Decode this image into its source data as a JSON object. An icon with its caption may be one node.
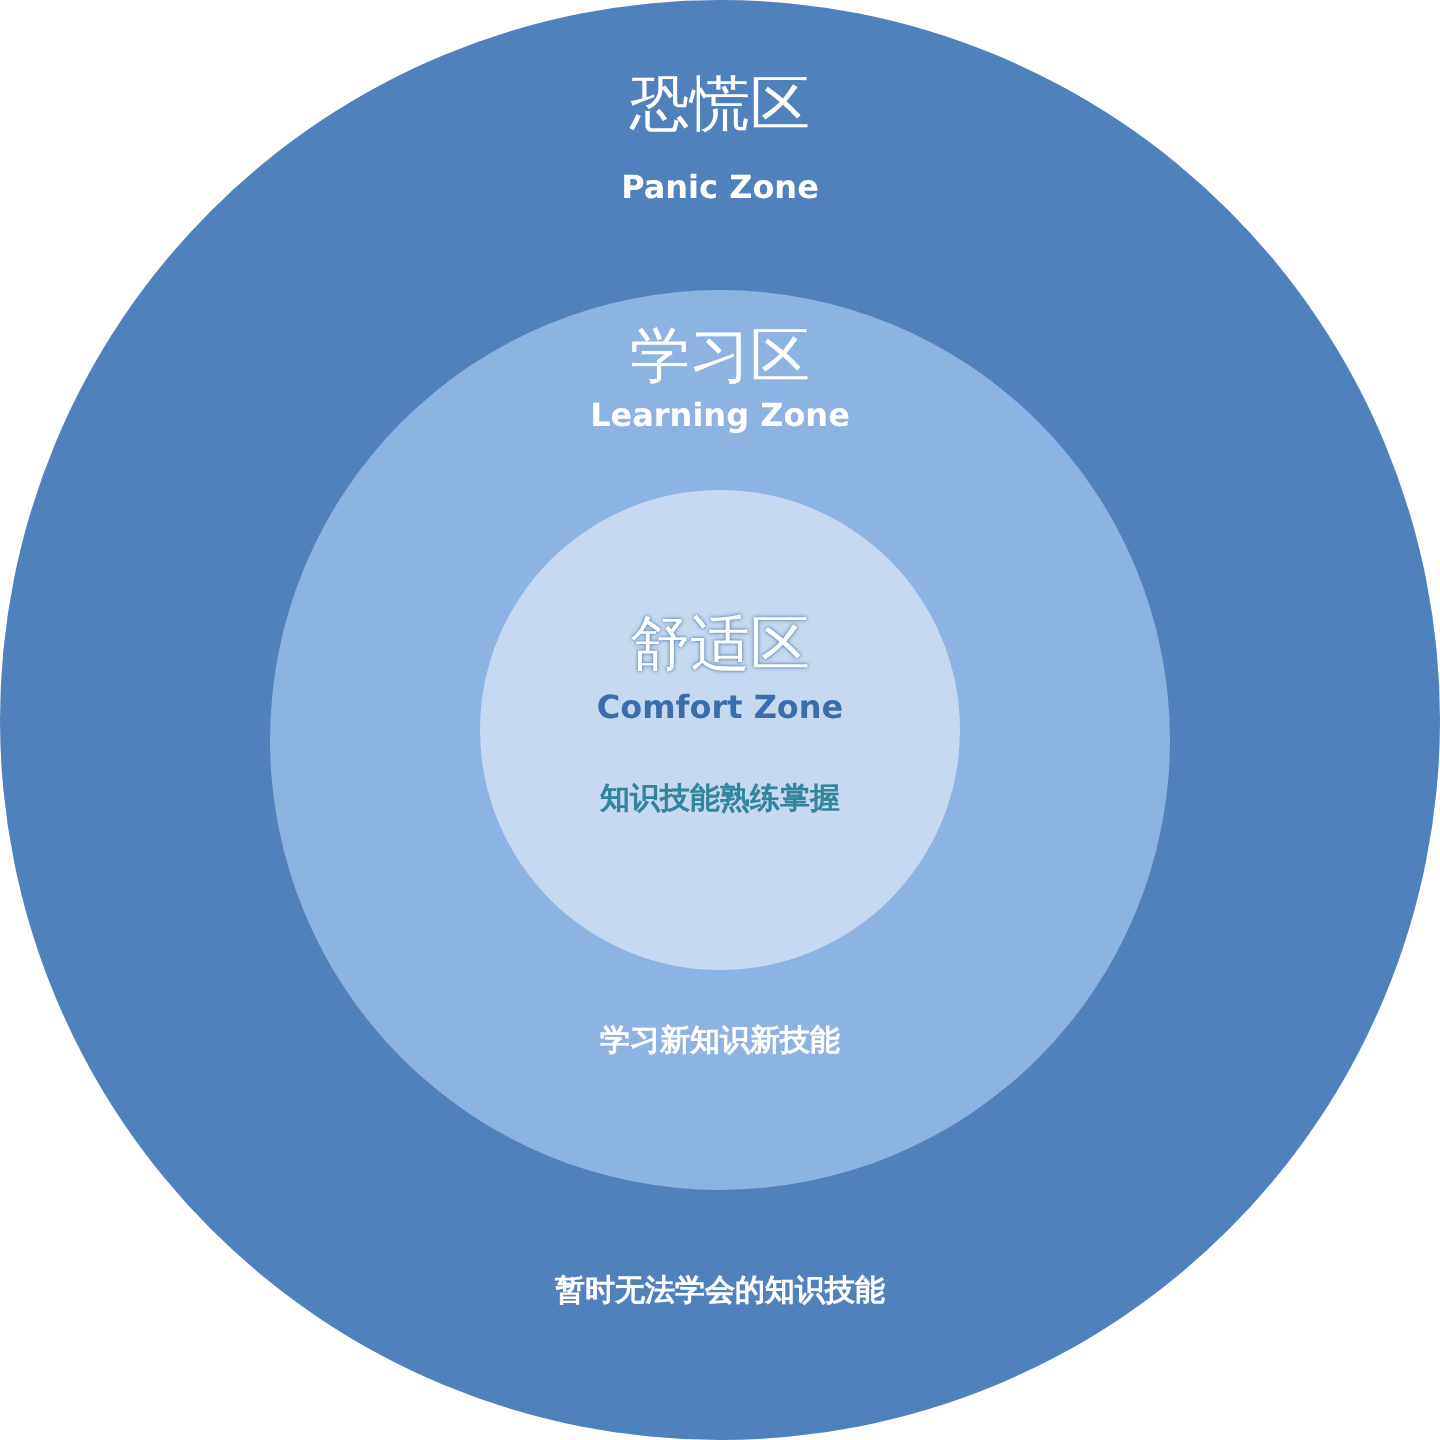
{
  "diagram": {
    "nodes": [
      {
        "text": [
          "恐慌区",
          "Panic Zone",
          "暂时无法学会的知识技能"
        ]
      },
      {
        "text": [
          "学习区",
          "Learning Zone",
          "学习新知识新技能"
        ],
        "in": 0
      },
      {
        "text": [
          "舒适区",
          "Comfort Zone",
          "知识技能熟练掌握"
        ],
        "in": 1
      }
    ]
  }
}
